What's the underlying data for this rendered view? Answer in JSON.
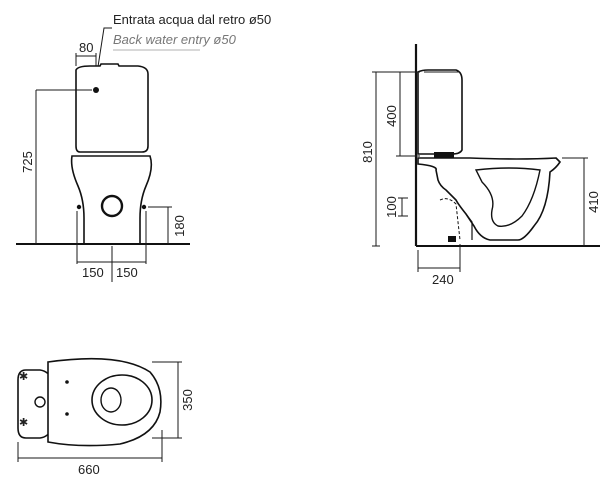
{
  "notes": {
    "inlet_it": "Entrata acqua dal retro ø50",
    "inlet_en": "Back water entry  ø50"
  },
  "dims": {
    "front_80": "80",
    "front_725": "725",
    "front_180": "180",
    "front_150_left": "150",
    "front_150_right": "150",
    "side_400": "400",
    "side_810": "810",
    "side_100": "100",
    "side_410": "410",
    "side_240": "240",
    "plan_350": "350",
    "plan_660": "660"
  }
}
